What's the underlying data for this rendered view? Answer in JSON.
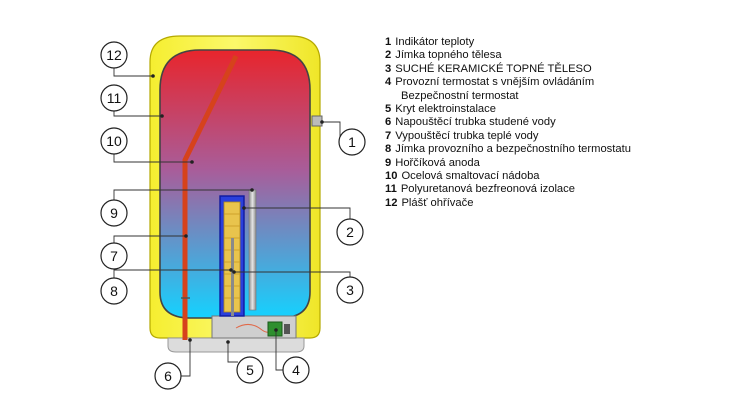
{
  "callouts": [
    {
      "id": "12"
    },
    {
      "id": "11"
    },
    {
      "id": "10"
    },
    {
      "id": "9"
    },
    {
      "id": "7"
    },
    {
      "id": "8"
    },
    {
      "id": "6"
    },
    {
      "id": "5"
    },
    {
      "id": "4"
    },
    {
      "id": "1"
    },
    {
      "id": "2"
    },
    {
      "id": "3"
    }
  ],
  "legend": [
    {
      "num": "1",
      "text": "Indikátor teploty"
    },
    {
      "num": "2",
      "text": "Jímka topného tělesa"
    },
    {
      "num": "3",
      "text": "SUCHÉ KERAMICKÉ TOPNÉ TĚLESO"
    },
    {
      "num": "4",
      "text": "Provozní termostat s vnějším ovládáním",
      "cont": "Bezpečnostní termostat"
    },
    {
      "num": "5",
      "text": "Kryt elektroinstalace"
    },
    {
      "num": "6",
      "text": "Napouštěcí trubka studené vody"
    },
    {
      "num": "7",
      "text": "Vypouštěcí trubka teplé vody"
    },
    {
      "num": "8",
      "text": "Jímka provozního a bezpečnostního termostatu"
    },
    {
      "num": "9",
      "text": "Hořčíková anoda"
    },
    {
      "num": "10",
      "text": "Ocelová smaltovací nádoba"
    },
    {
      "num": "11",
      "text": "Polyuretanová bezfreonová izolace"
    },
    {
      "num": "12",
      "text": "Plášť ohřívače"
    }
  ],
  "colors": {
    "casing": "#f7f13a",
    "casing_edge": "#bdb000",
    "water_hot": "#e8252c",
    "water_cold": "#15d2ff",
    "pipe": "#e0401e",
    "element_frame": "#1d2fd8",
    "ceramic": "#e8c24a",
    "anode": "#b8b8b8",
    "thermostat": "#2f8f2f"
  }
}
